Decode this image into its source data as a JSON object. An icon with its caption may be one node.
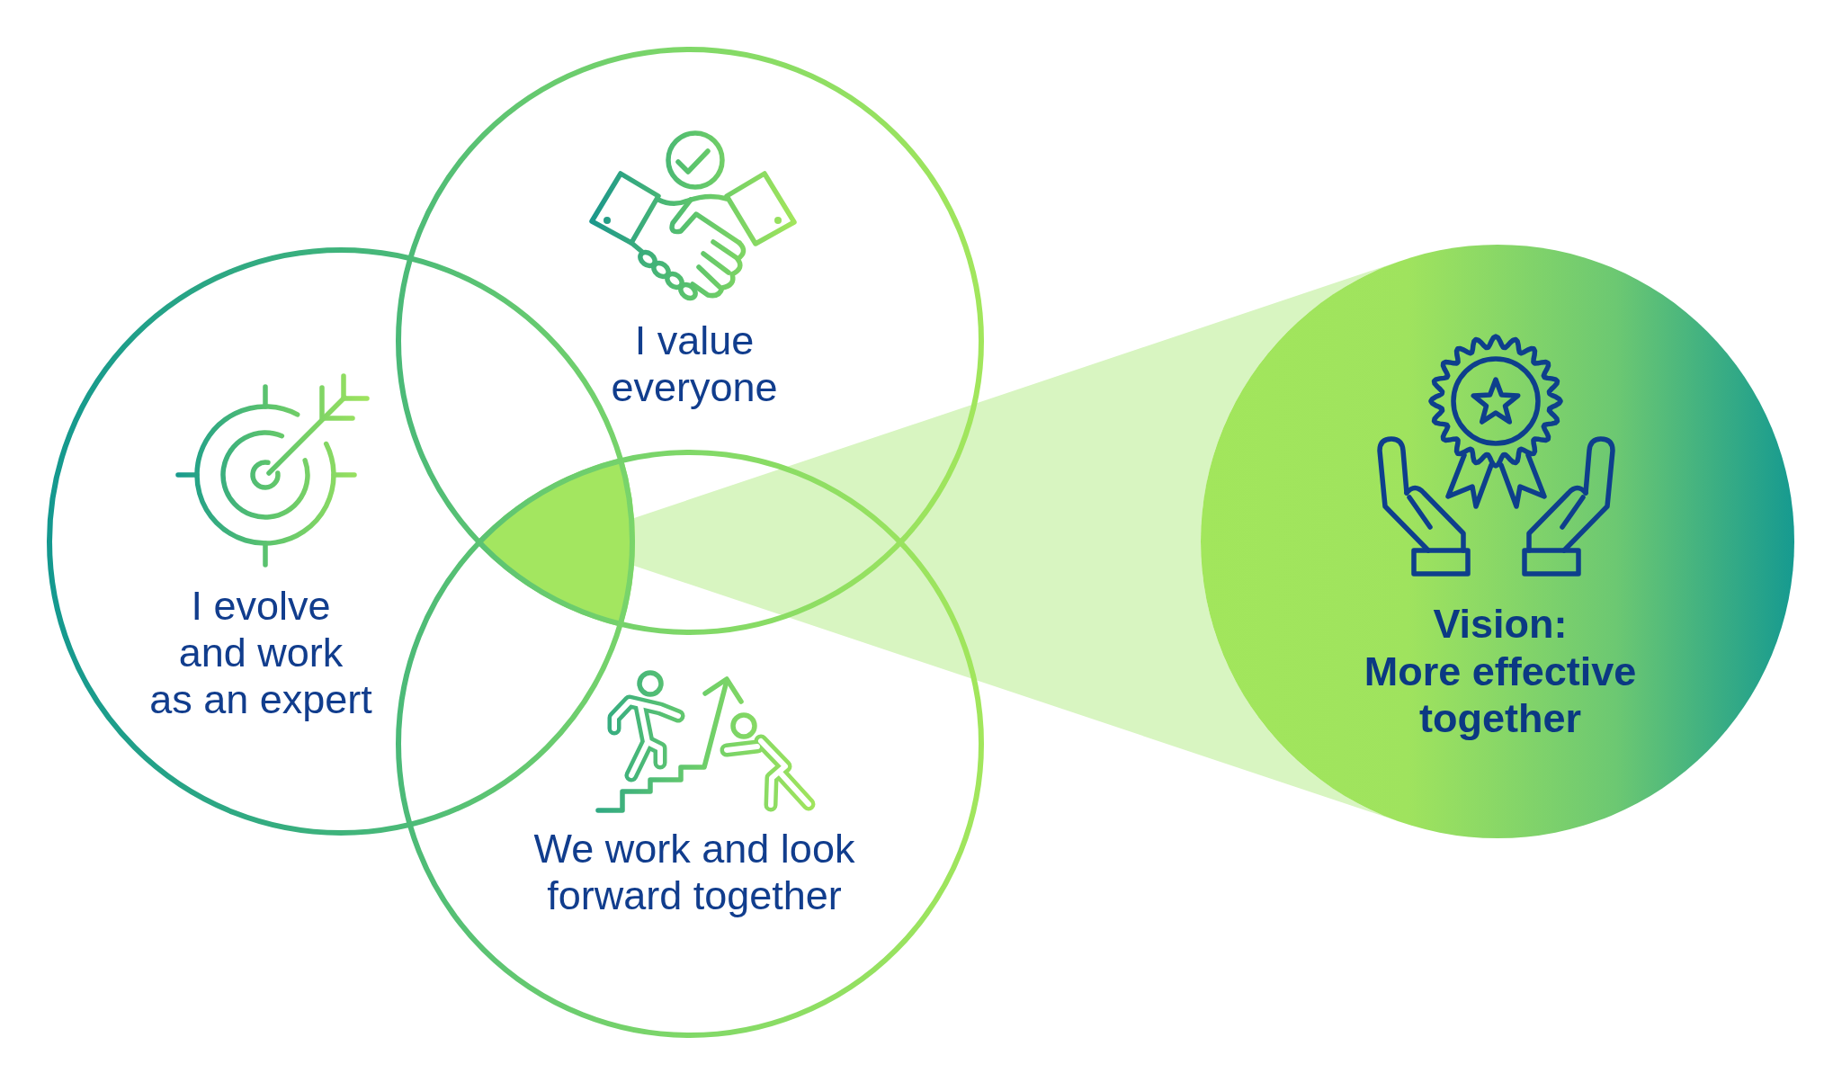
{
  "diagram": {
    "nodes": [
      {
        "text": [
          "I value everyone"
        ]
      },
      {
        "text": [
          "I evolve and work as an expert"
        ]
      },
      {
        "text": [
          "We work and look forward together"
        ]
      },
      {
        "text": [
          "Vision:",
          "More effective together"
        ]
      }
    ]
  }
}
